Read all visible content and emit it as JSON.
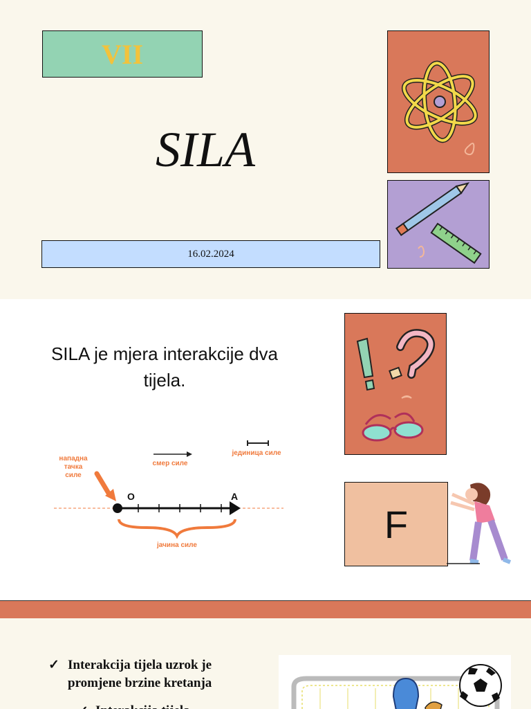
{
  "slide1": {
    "grade": "VII",
    "title": "SILA",
    "date": "16.02.2024"
  },
  "slide2": {
    "definition": "SILA je mjera interakcije dva tijela.",
    "diagram": {
      "point_label": "нападна тачка силе",
      "direction_label": "смер силе",
      "unit_label": "јединица силе",
      "origin_label": "O",
      "end_label": "A",
      "magnitude_label": "јачина силе"
    },
    "force_letter": "F"
  },
  "slide3": {
    "bullet1": "Interakcija tijela uzrok je promjene brzine kretanja",
    "bullet2": "Interakcija tijela",
    "check_glyph": "✓"
  },
  "colors": {
    "background": "#faf7ec",
    "green": "#93d3b3",
    "yellow": "#f2c23c",
    "blue": "#c3ddff",
    "orange": "#d9785a",
    "purple": "#b39fd3",
    "peach": "#f0c0a0",
    "diagram_orange": "#f07a3c"
  }
}
